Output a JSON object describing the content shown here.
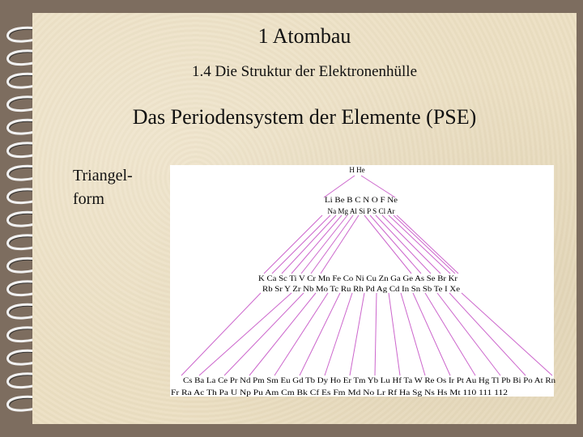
{
  "title": "1 Atombau",
  "subtitle": "1.4 Die Struktur der Elektronenhülle",
  "heading": "Das Periodensystem der Elemente (PSE)",
  "side_label": {
    "line1": "Triangel-",
    "line2": "form"
  },
  "colors": {
    "lines": "#cc66cc",
    "page": "#ece0c4",
    "frame": "#7d6d5f"
  },
  "pse": {
    "rows": [
      {
        "label": "row-1",
        "text": "H He"
      },
      {
        "label": "row-2",
        "text": "Li Be B C N O F Ne"
      },
      {
        "label": "row-3",
        "text": "Na Mg   Al Si P S Cl Ar"
      },
      {
        "label": "row-4",
        "text": "K  Ca Sc  Ti V  Cr Mn Fe Co Ni Cu Zn Ga Ge As Se Br Kr"
      },
      {
        "label": "row-5",
        "text": "Rb Sr  Y     Zr Nb Mo Tc Ru Rh Pd Ag Cd In Sn Sb Te  I Xe"
      },
      {
        "label": "row-6",
        "text": "Cs Ba La  Ce Pr Nd Pm Sm Eu Gd Tb Dy Ho Er Tm Yb Lu Hf Ta  W  Re Os  Ir  Pt  Au Hg Tl Pb Bi Po At Rn"
      },
      {
        "label": "row-7",
        "text": "Fr Ra Ac       Th Pa U Np Pu Am Cm Bk Cf Es Fm Md No Lr Rf Ha Sg Ns Hs Mt 110 111 112"
      }
    ]
  }
}
